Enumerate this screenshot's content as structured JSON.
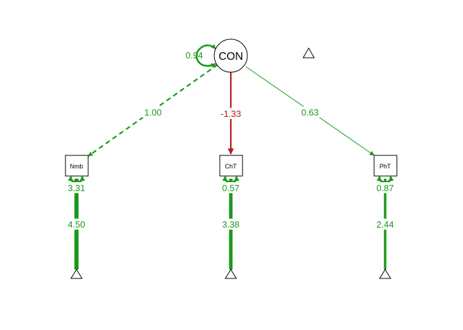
{
  "colors": {
    "positive": "#1a9a1a",
    "negative": "#b81a1a",
    "node_stroke": "#000000",
    "background": "#ffffff"
  },
  "latent": {
    "label": "CON",
    "variance": "0.94"
  },
  "indicators": [
    {
      "id": "nmb",
      "label": "Nmb",
      "loading": "1.00",
      "loading_sign": "positive",
      "loading_fixed": true,
      "residual_variance": "3.31",
      "intercept": "4.50"
    },
    {
      "id": "cht",
      "label": "ChT",
      "loading": "-1.33",
      "loading_sign": "negative",
      "loading_fixed": false,
      "residual_variance": "0.57",
      "intercept": "3.38"
    },
    {
      "id": "pht",
      "label": "PhT",
      "loading": "0.63",
      "loading_sign": "positive",
      "loading_fixed": false,
      "residual_variance": "0.87",
      "intercept": "2.44"
    }
  ]
}
